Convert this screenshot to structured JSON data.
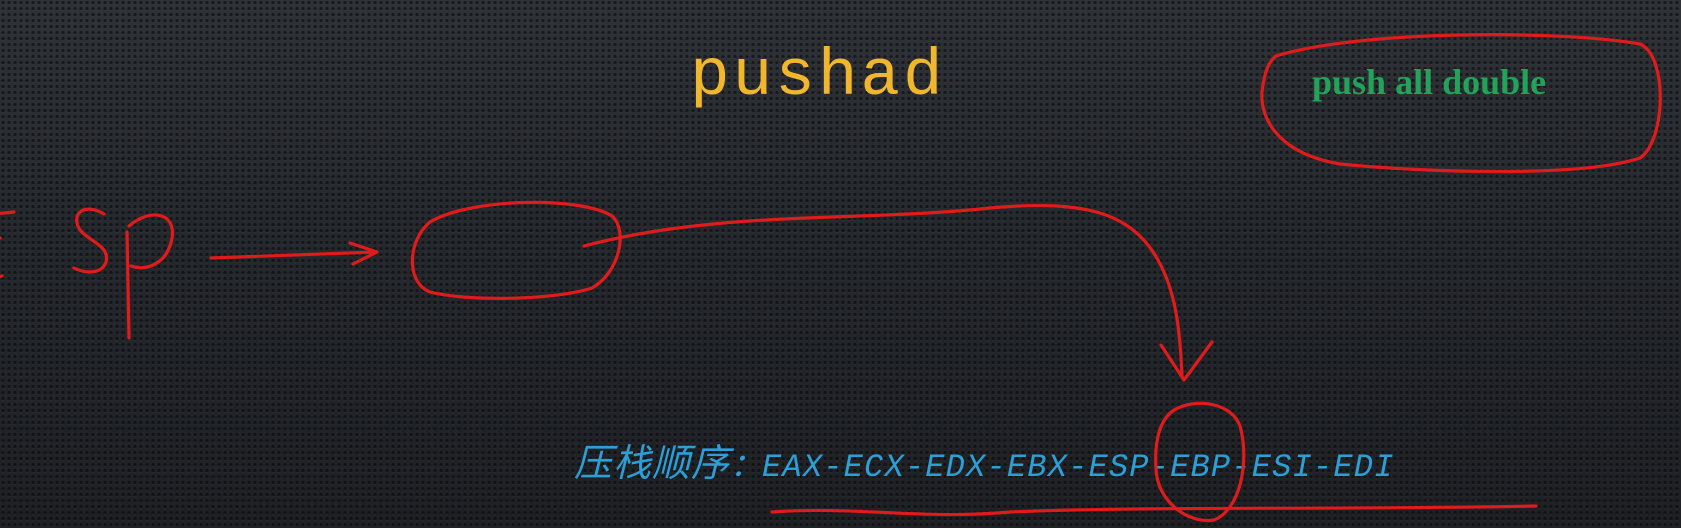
{
  "slide": {
    "title": "pushad",
    "callout": "push all double",
    "push_order": {
      "label": "压栈顺序",
      "separator": "：",
      "registers": "EAX-ECX-EDX-EBX-ESP-EBP-ESI-EDI"
    },
    "annotations": {
      "handwritten_text": "ESP",
      "ink_color": "#e01b1b"
    },
    "colors": {
      "background": "#23262b",
      "title": "#f0b72e",
      "callout": "#23a35a",
      "order_text": "#2b9fd8"
    }
  }
}
